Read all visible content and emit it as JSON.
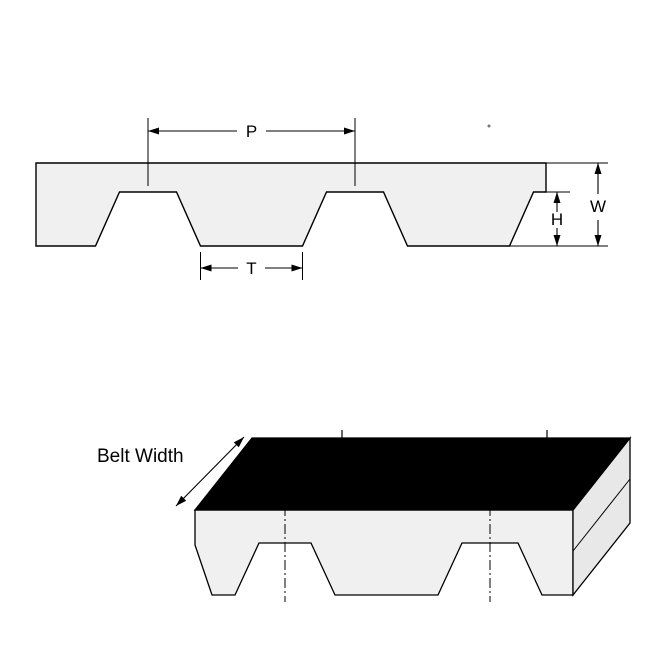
{
  "cross_section": {
    "labels": {
      "pitch": "P",
      "tooth_width": "T",
      "tooth_height": "H",
      "thickness": "W"
    }
  },
  "perspective_view": {
    "belt_width_label": "Belt Width"
  },
  "colors": {
    "belt_fill": "#f0f0f0",
    "front_face": "#f0f0f0",
    "end_face": "#e8e8e8",
    "top_face": "#000000",
    "line": "#000000",
    "background": "#ffffff"
  }
}
